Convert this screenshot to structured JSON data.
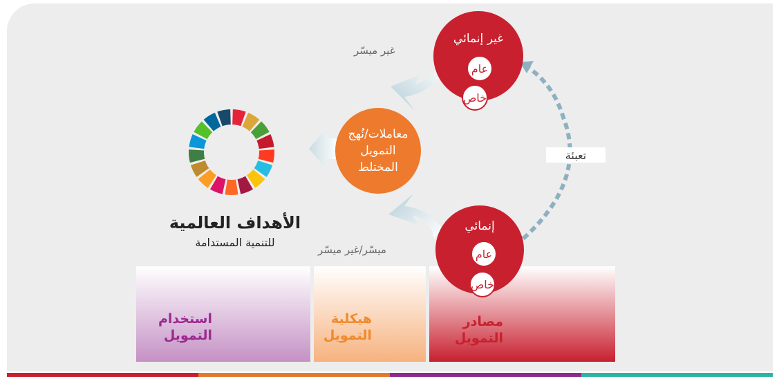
{
  "columns": [
    {
      "label": "استخدام\nالتمويل",
      "color": "#9b2a8f",
      "gradient": [
        "#ffffff",
        "#c591c5"
      ]
    },
    {
      "label": "هيكلية\nالتمويل",
      "color": "#f08a2c",
      "gradient": [
        "#ffffff",
        "#f6b27f"
      ]
    },
    {
      "label": "مصادر\nالتمويل",
      "color": "#c8202f",
      "gradient": [
        "#ffffff",
        "#c8202f"
      ]
    }
  ],
  "blended": {
    "lines": [
      "معاملات/نُهج",
      "التمويل",
      "المختلط"
    ],
    "color": "#ee7a2d"
  },
  "non_dev": {
    "title": "غير إنمائي",
    "public": "عام",
    "private": "خاص"
  },
  "dev": {
    "title": "إنمائي",
    "public": "عام",
    "private": "خاص"
  },
  "red_color": "#c8202f",
  "label_non_conc": "غير ميسّر",
  "label_conc": "ميسّر/غير ميسّر",
  "label_mobilize": "تعبئة",
  "sdg": {
    "title": "الأهداف العالمية",
    "subtitle": "للتنمية المستدامة",
    "colors": [
      "#e5243b",
      "#dda63a",
      "#4c9f38",
      "#c5192d",
      "#ff3a21",
      "#26bde2",
      "#fcc30b",
      "#a21942",
      "#fd6925",
      "#dd1367",
      "#fd9d24",
      "#bf8b2e",
      "#3f7e44",
      "#0a97d9",
      "#56c02b",
      "#00689d",
      "#19486a"
    ]
  },
  "bottom_bar_colors": [
    "#c8202f",
    "#e07b2e",
    "#8e2a8c",
    "#2bb3a3"
  ]
}
